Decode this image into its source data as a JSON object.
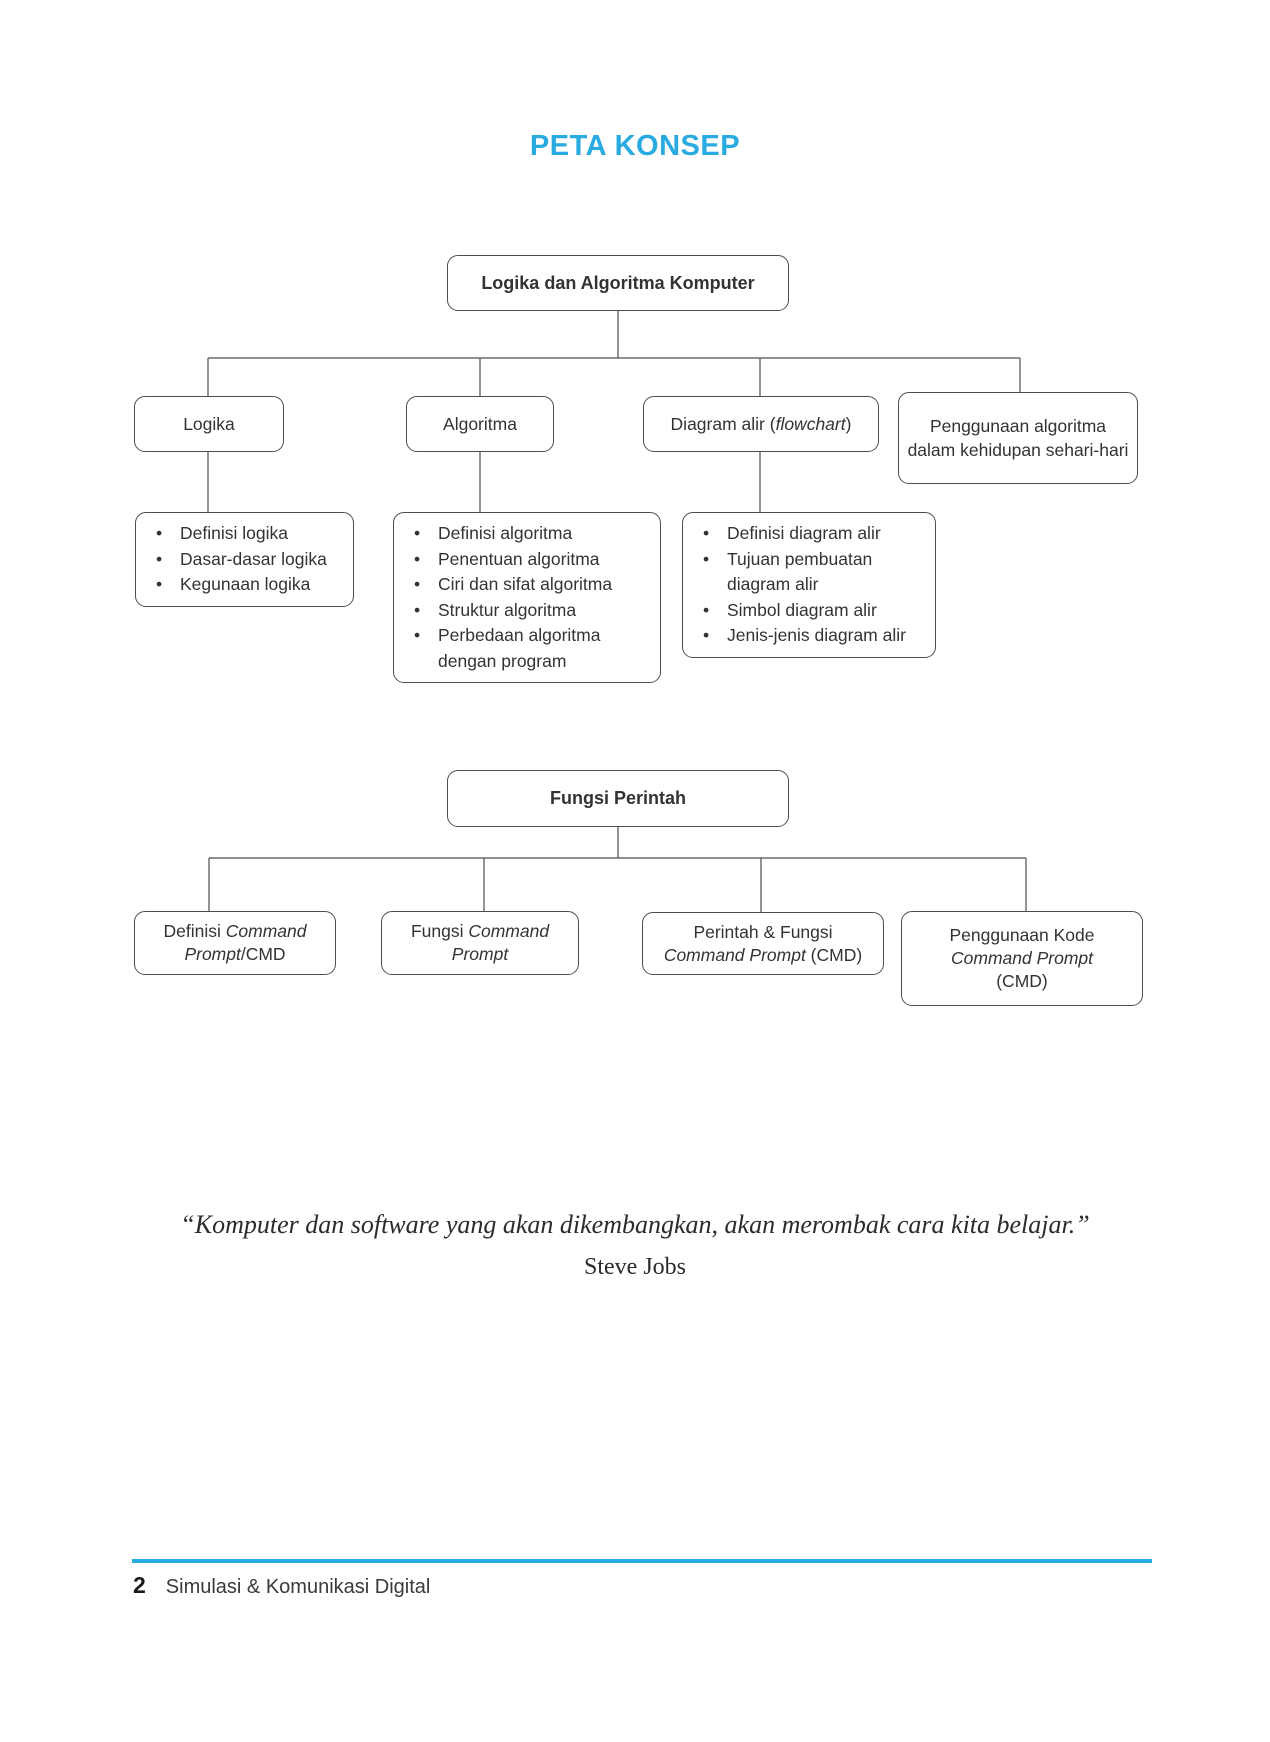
{
  "page": {
    "title": "PETA KONSEP",
    "accent_color": "#29ABE2",
    "quote": {
      "text": "“Komputer dan software yang akan dikembangkan, akan merombak cara kita belajar.”",
      "author": "Steve Jobs"
    },
    "footer": {
      "page_number": "2",
      "book_title": "Simulasi & Komunikasi Digital"
    }
  },
  "map1": {
    "root": "Logika dan Algoritma Komputer",
    "nodes": {
      "logika": {
        "label": "Logika",
        "bullets": [
          "Definisi logika",
          "Dasar-dasar logika",
          "Kegunaan logika"
        ]
      },
      "algoritma": {
        "label": "Algoritma",
        "bullets": [
          "Definisi algoritma",
          "Penentuan algoritma",
          "Ciri dan sifat algoritma",
          "Struktur algoritma",
          "Perbedaan algoritma dengan program"
        ]
      },
      "diagram": {
        "label_prefix": "Diagram alir (",
        "label_italic": "flowchart",
        "label_suffix": ")",
        "bullets": [
          "Definisi diagram alir",
          "Tujuan pembuatan diagram alir",
          "Simbol diagram alir",
          "Jenis-jenis diagram alir"
        ]
      },
      "penggunaan": {
        "label": "Penggunaan algoritma dalam kehidupan sehari-hari"
      }
    }
  },
  "map2": {
    "root": "Fungsi Perintah",
    "nodes": {
      "definisi_cmd": {
        "l1a": "Definisi ",
        "l1b": "Command",
        "l2a": "Prompt",
        "l2b": "/CMD"
      },
      "fungsi_cmd": {
        "l1a": "Fungsi ",
        "l1b": "Command",
        "l2a": "Prompt"
      },
      "perintah_fungsi": {
        "l1": "Perintah & Fungsi",
        "l2a": "Command Prompt",
        "l2b": " (CMD)"
      },
      "penggunaan_kode": {
        "l1": "Penggunaan Kode",
        "l2": "Command Prompt",
        "l3": "(CMD)"
      }
    }
  }
}
